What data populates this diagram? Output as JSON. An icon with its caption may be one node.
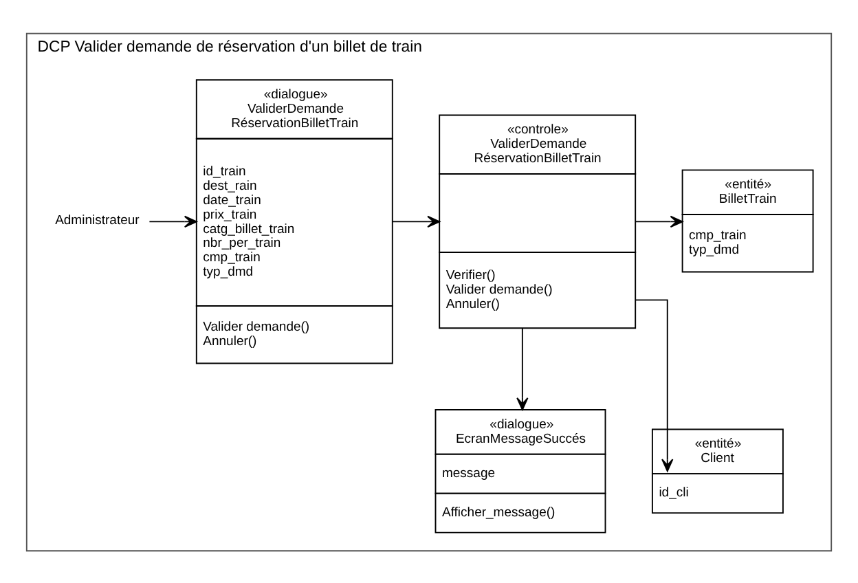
{
  "diagram": {
    "nodes": [
      {
        "text": [
          "DCP Valider demande de réservation d'un billet de train"
        ]
      },
      {
        "text": [
          "Administrateur"
        ],
        "in": 0
      },
      {
        "text": [
          "«dialogue»",
          "ValiderDemande RéservationBilletTrain",
          "id_train",
          "dest_rain",
          "date_train",
          "prix_train",
          "catg_billet_train",
          "nbr_per_train",
          "cmp_train",
          "typ_dmd",
          "Valider demande()",
          "Annuler()"
        ],
        "in": 0
      },
      {
        "text": [
          "«controle»",
          "ValiderDemande RéservationBilletTrain",
          "Verifier()",
          "Valider demande()",
          "Annuler()"
        ],
        "in": 0
      },
      {
        "text": [
          "«entité»",
          "BilletTrain",
          "cmp_train",
          "typ_dmd"
        ],
        "in": 0
      },
      {
        "text": [
          "«entité»",
          "Client",
          "id_cli"
        ],
        "in": 0
      },
      {
        "text": [
          "«dialogue»",
          "EcranMessageSuccés",
          "message",
          "Afficher_message()"
        ],
        "in": 0
      }
    ],
    "edges": [
      {
        "from": 1,
        "to": 2,
        "arrow": "to"
      },
      {
        "from": 2,
        "to": 3,
        "arrow": "to"
      },
      {
        "from": 3,
        "to": 4,
        "arrow": "to"
      },
      {
        "from": 3,
        "to": 5,
        "arrow": "to"
      },
      {
        "from": 3,
        "to": 6,
        "arrow": "to"
      }
    ]
  }
}
